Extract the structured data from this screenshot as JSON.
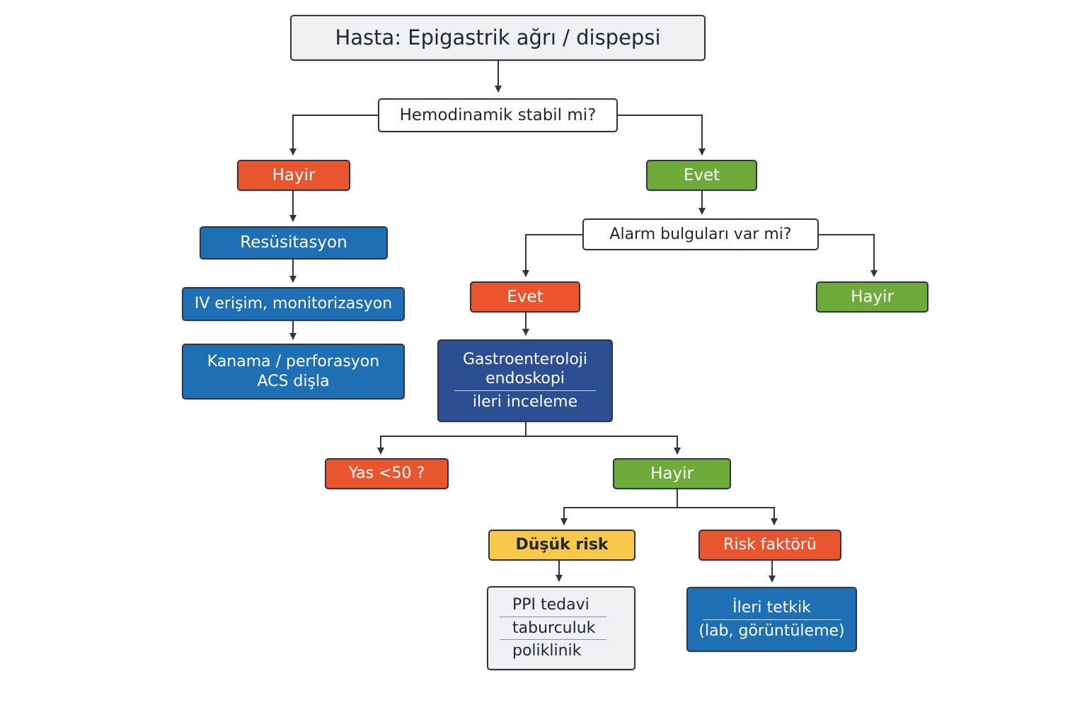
{
  "diagram": {
    "title": "Hasta: Epigastrik ağrı / dispepsi",
    "q1": "Hemodinamik stabil mi?",
    "left": {
      "no_label": "Hayir",
      "step1": "Resüsitasyon",
      "step2": "IV erişim, monitorizasyon",
      "step3_line1": "Kanama / perforasyon",
      "step3_line2": "ACS dişla"
    },
    "right": {
      "yes_label": "Evet",
      "q2": "Alarm bulguları var mi?",
      "alarm_yes": "Evet",
      "alarm_no": "Hayir",
      "gastro_line1": "Gastroenteroloji",
      "gastro_line2": "endoskopi",
      "gastro_line3": "ileri inceleme",
      "age_q": "Yas <50 ?",
      "age_no": "Hayir",
      "low_risk": "Düşük risk",
      "risk_factor": "Risk faktörü",
      "low_risk_actions": [
        "PPI tedavi",
        "taburculuk",
        "poliklinik"
      ],
      "further_line1": "İleri tetkik",
      "further_line2": "(lab, görüntüleme)"
    }
  },
  "colors": {
    "connector": "#2f3640",
    "no_red": "#e9552f",
    "yes_green": "#6fab3a",
    "action_blue": "#1f6fb5",
    "specialist_navy": "#2c4e93",
    "low_risk_yellow": "#f8c84a",
    "neutral_gray": "#eff0f2"
  }
}
